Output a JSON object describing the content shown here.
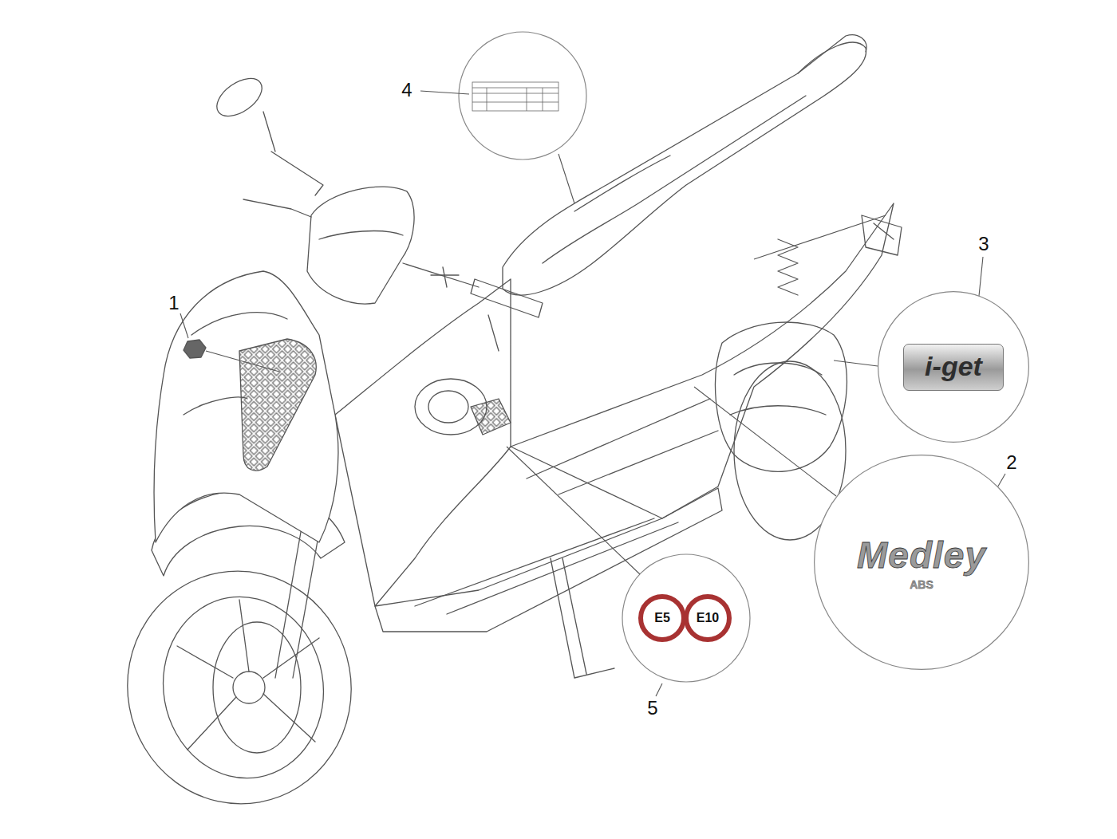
{
  "diagram": {
    "nodes": [
      {
        "text": [
          "i-get"
        ]
      },
      {
        "text": [
          "Medley",
          "ABS"
        ]
      },
      {
        "text": [
          "E5"
        ]
      },
      {
        "text": [
          "E10"
        ]
      }
    ],
    "labels": [
      "1",
      "2",
      "3",
      "4",
      "5"
    ]
  }
}
